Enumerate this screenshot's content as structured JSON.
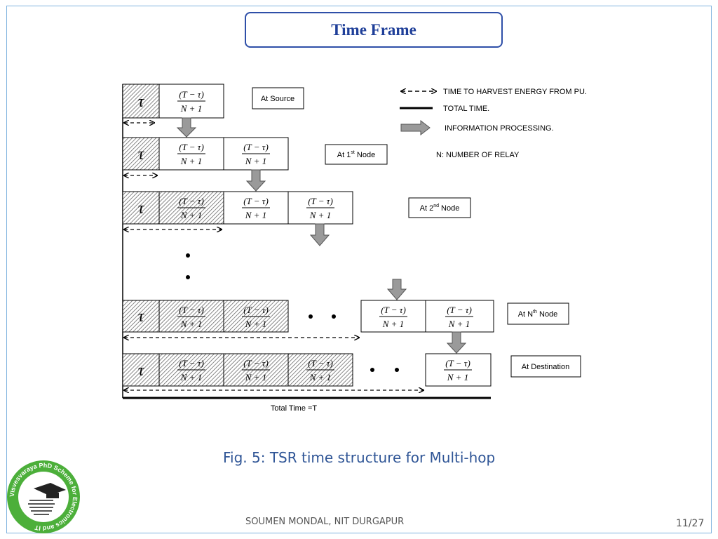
{
  "slide": {
    "title": "Time Frame",
    "caption": "Fig. 5: TSR time structure for Multi-hop",
    "author": "SOUMEN MONDAL, NIT DURGAPUR",
    "page_number": "11/27"
  },
  "diagram": {
    "tau": "τ",
    "frac_num": "(T − τ)",
    "frac_den": "N + 1",
    "stage_labels": {
      "source": "At Source",
      "node1_prefix": "At 1",
      "node1_sup": "st",
      "node1_suffix": " Node",
      "node2_prefix": "At 2",
      "node2_sup": "nd",
      "node2_suffix": " Node",
      "nodeN_prefix": "At N",
      "nodeN_sup": "th",
      "nodeN_suffix": " Node",
      "destination": "At Destination"
    },
    "legend": {
      "harvest": "TIME TO HARVEST ENERGY FROM PU.",
      "total": "TOTAL TIME.",
      "processing": "INFORMATION PROCESSING.",
      "relays": "N:  NUMBER OF RELAY"
    },
    "total_time": "Total Time =T"
  },
  "logo": {
    "text": "Visvesvaraya PhD Scheme for Electronics and IT"
  },
  "colors": {
    "title": "#1f3f99",
    "caption": "#2f5596",
    "arrow_fill": "#9a9a9a",
    "logo_green": "#4caf3a"
  }
}
